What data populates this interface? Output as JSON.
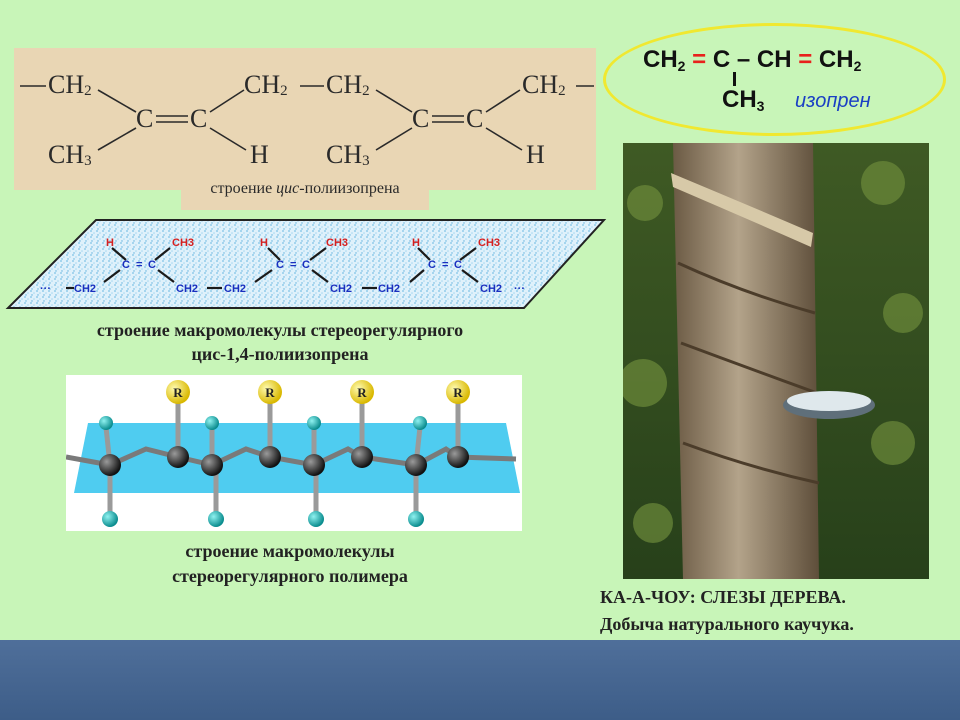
{
  "cis_panel": {
    "formula_rows": {
      "top": [
        "CH",
        "CH",
        "CH",
        "CH"
      ],
      "middle": [
        "C",
        "C",
        "C",
        "C"
      ],
      "bottom": [
        "CH",
        "H",
        "CH",
        "H"
      ]
    },
    "sub2": "2",
    "sub3": "3",
    "caption_prefix": "строение ",
    "caption_italic": "цис",
    "caption_suffix": "-полиизопрена"
  },
  "isoprene": {
    "ch2_left": "CH",
    "sub2": "2",
    "eq1": "=",
    "c": "C",
    "dash": "–",
    "ch": "CH",
    "eq2": "=",
    "ch2_right": "CH",
    "ch3": "CH",
    "sub3": "3",
    "label": "изопрен",
    "colors": {
      "double_bond": "#e8201c",
      "ellipse": "#f0e830",
      "label": "#1a3fc4"
    }
  },
  "macro": {
    "h": "H",
    "ch3": "CH3",
    "c": "C",
    "ch2": "CH2",
    "dots": "···",
    "caption_line1": "строение  макромолекулы стереорегулярного",
    "caption_line2": "цис-1,4-полиизопрена"
  },
  "stereo": {
    "r": "R",
    "caption_line1": "строение макромолекулы",
    "caption_line2": "стереорегулярного полимера"
  },
  "photo": {
    "caption_line1": "КА-А-ЧОУ: СЛЕЗЫ ДЕРЕВА.",
    "caption_line2": "Добыча натурального каучука."
  }
}
